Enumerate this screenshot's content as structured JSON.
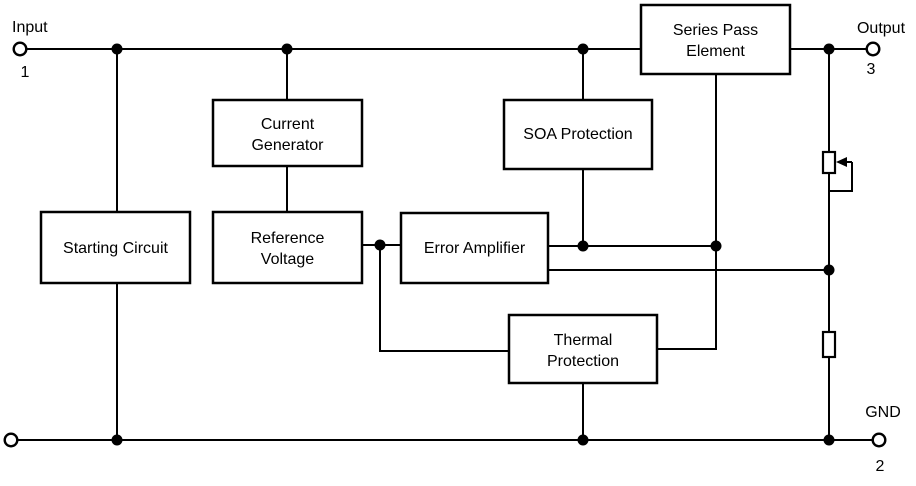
{
  "colors": {
    "line": "#000000",
    "background": "#ffffff"
  },
  "terminals": {
    "input": {
      "label": "Input",
      "pin": "1"
    },
    "output": {
      "label": "Output",
      "pin": "3"
    },
    "gnd": {
      "label": "GND",
      "pin": "2"
    }
  },
  "blocks": {
    "series_pass": {
      "line1": "Series Pass",
      "line2": "Element"
    },
    "current_generator": {
      "line1": "Current",
      "line2": "Generator"
    },
    "soa_protection": {
      "line1": "SOA Protection"
    },
    "starting_circuit": {
      "line1": "Starting Circuit"
    },
    "reference_voltage": {
      "line1": "Reference",
      "line2": "Voltage"
    },
    "error_amplifier": {
      "line1": "Error Amplifier"
    },
    "thermal_protection": {
      "line1": "Thermal",
      "line2": "Protection"
    }
  },
  "components": {
    "potentiometer": "adjustable-resistor-with-wiper",
    "resistor": "fixed-resistor"
  }
}
